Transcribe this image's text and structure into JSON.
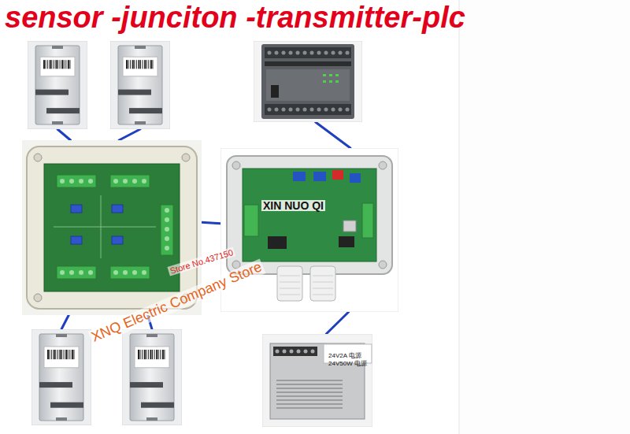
{
  "diagram": {
    "title": "sensor -junciton -transmitter-plc",
    "nodes": [
      {
        "text": []
      },
      {
        "text": []
      },
      {
        "text": []
      },
      {
        "text": []
      },
      {
        "text": [
          "XIN NUO QI"
        ]
      },
      {
        "text": []
      },
      {
        "text": []
      },
      {
        "text": [
          "24V2A 电源",
          "24V50W 电源"
        ]
      }
    ],
    "edges": [
      {
        "from": 0,
        "to": 3,
        "arrow": "none"
      },
      {
        "from": 1,
        "to": 3,
        "arrow": "none"
      },
      {
        "from": 5,
        "to": 3,
        "arrow": "none"
      },
      {
        "from": 6,
        "to": 3,
        "arrow": "none"
      },
      {
        "from": 3,
        "to": 4,
        "arrow": "none"
      },
      {
        "from": 4,
        "to": 2,
        "arrow": "none"
      },
      {
        "from": 4,
        "to": 7,
        "arrow": "none"
      }
    ],
    "labels": [
      "Store No.437150",
      "XNQ Electric Company Store"
    ]
  }
}
